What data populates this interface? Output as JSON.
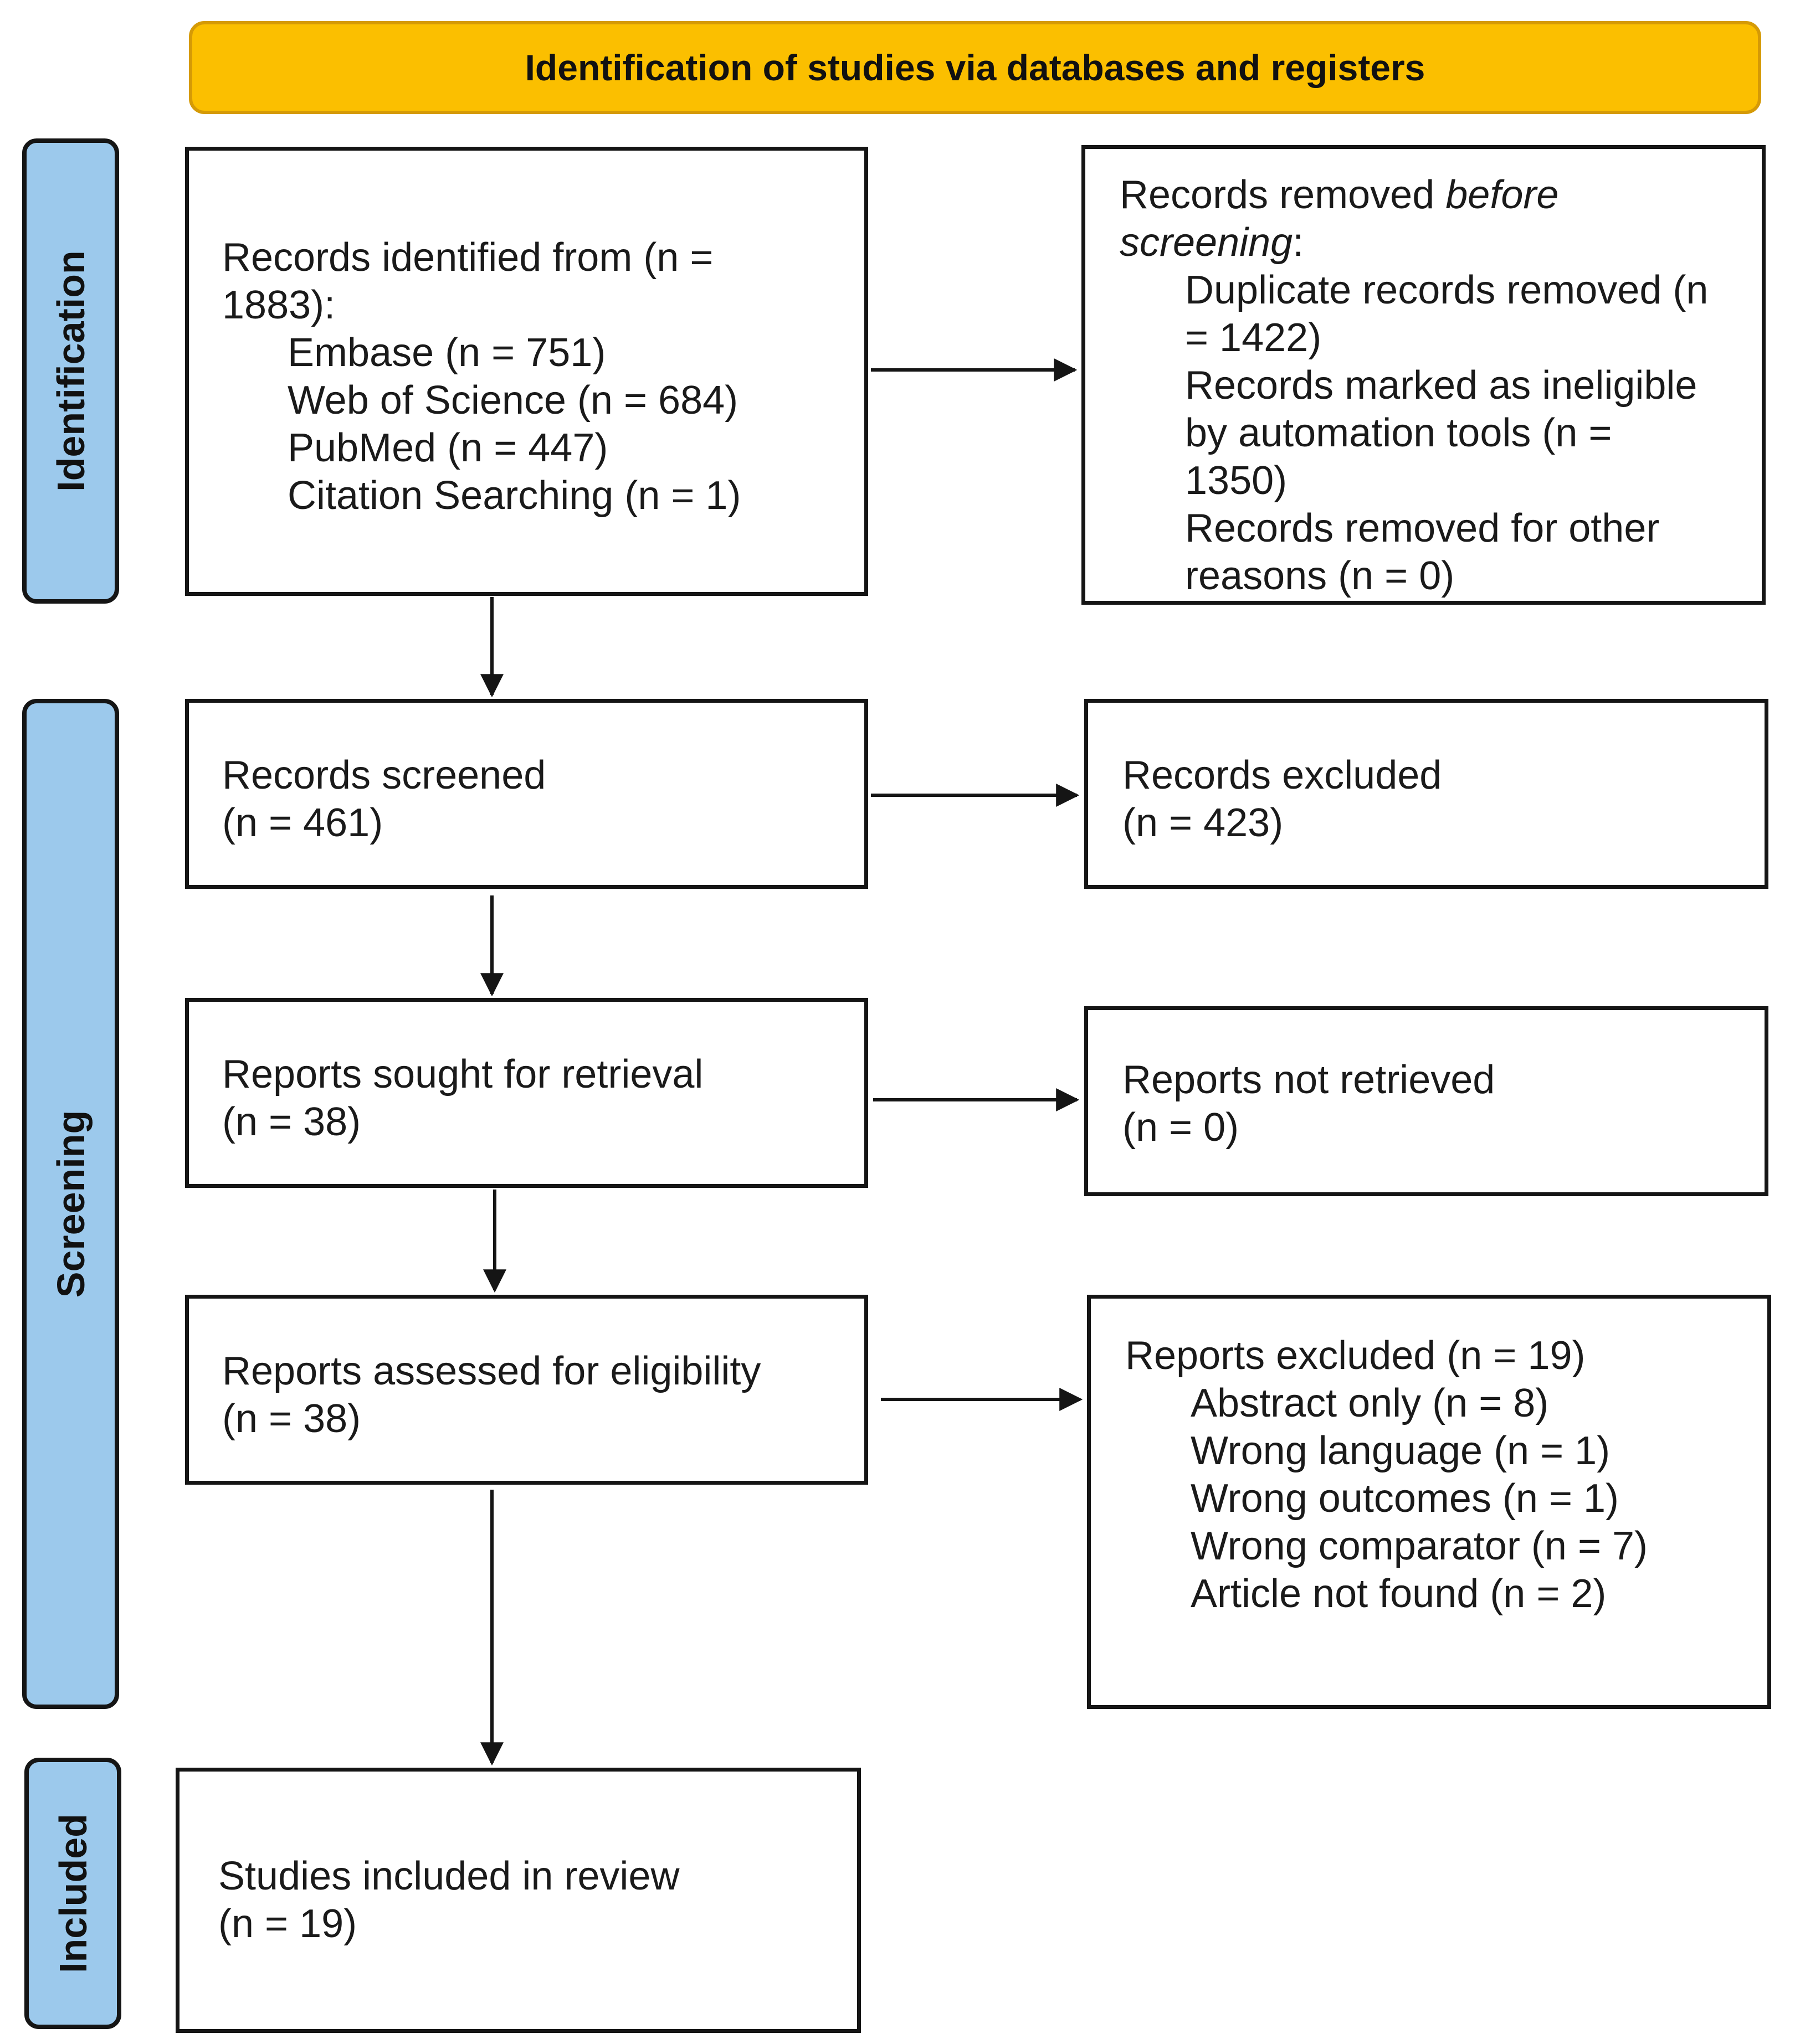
{
  "header": {
    "title": "Identification of studies via databases and registers"
  },
  "stages": {
    "identification": "Identification",
    "screening": "Screening",
    "included": "Included"
  },
  "boxes": {
    "records_identified": {
      "line1": "Records identified from (n =",
      "line2": "1883):",
      "items": [
        "Embase (n = 751)",
        "Web of Science (n = 684)",
        "PubMed (n = 447)",
        "Citation Searching (n = 1)"
      ]
    },
    "records_removed": {
      "line1_prefix": "Records removed ",
      "line1_em": "before",
      "line2_em": "screening",
      "line2_suffix": ":",
      "items": [
        "Duplicate records removed (n",
        "= 1422)",
        "Records marked as ineligible",
        "by automation tools (n =",
        "1350)",
        "Records removed for other",
        "reasons (n = 0)"
      ]
    },
    "records_screened": {
      "line1": "Records screened",
      "line2": "(n = 461)"
    },
    "records_excluded": {
      "line1": "Records excluded",
      "line2": "(n = 423)"
    },
    "reports_sought": {
      "line1": "Reports sought for retrieval",
      "line2": "(n = 38)"
    },
    "reports_not_retrieved": {
      "line1": "Reports not retrieved",
      "line2": "(n = 0)"
    },
    "reports_assessed": {
      "line1": "Reports assessed for eligibility",
      "line2": "(n = 38)"
    },
    "reports_excluded": {
      "line1": "Reports excluded (n = 19)",
      "items": [
        "Abstract only (n = 8)",
        "Wrong language (n = 1)",
        "Wrong outcomes (n = 1)",
        "Wrong comparator (n = 7)",
        "Article not found (n = 2)"
      ]
    },
    "studies_included": {
      "line1": "Studies included in review",
      "line2": "(n = 19)"
    }
  },
  "colors": {
    "banner_fill": "#fbbf00",
    "banner_border": "#d59a06",
    "stage_fill": "#9cc9ec",
    "line": "#151515"
  }
}
